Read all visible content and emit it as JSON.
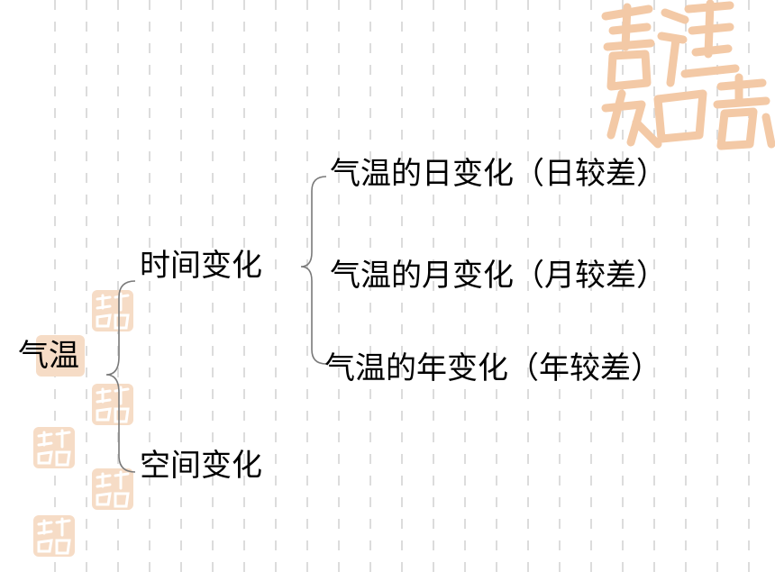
{
  "root": {
    "label": "气温"
  },
  "branches": [
    {
      "label": "时间变化",
      "children": [
        {
          "label": "气温的日变化（日较差）"
        },
        {
          "label": "气温的月变化（月较差）"
        },
        {
          "label": "气温的年变化（年较差）"
        }
      ]
    },
    {
      "label": "空间变化",
      "children": []
    }
  ],
  "colors": {
    "text": "#000000",
    "seal": "#f3c9a6",
    "grid": "#dcdcdc",
    "brace": "#7a7a7a"
  },
  "decor": {
    "seal_text": "吉祥如意"
  }
}
